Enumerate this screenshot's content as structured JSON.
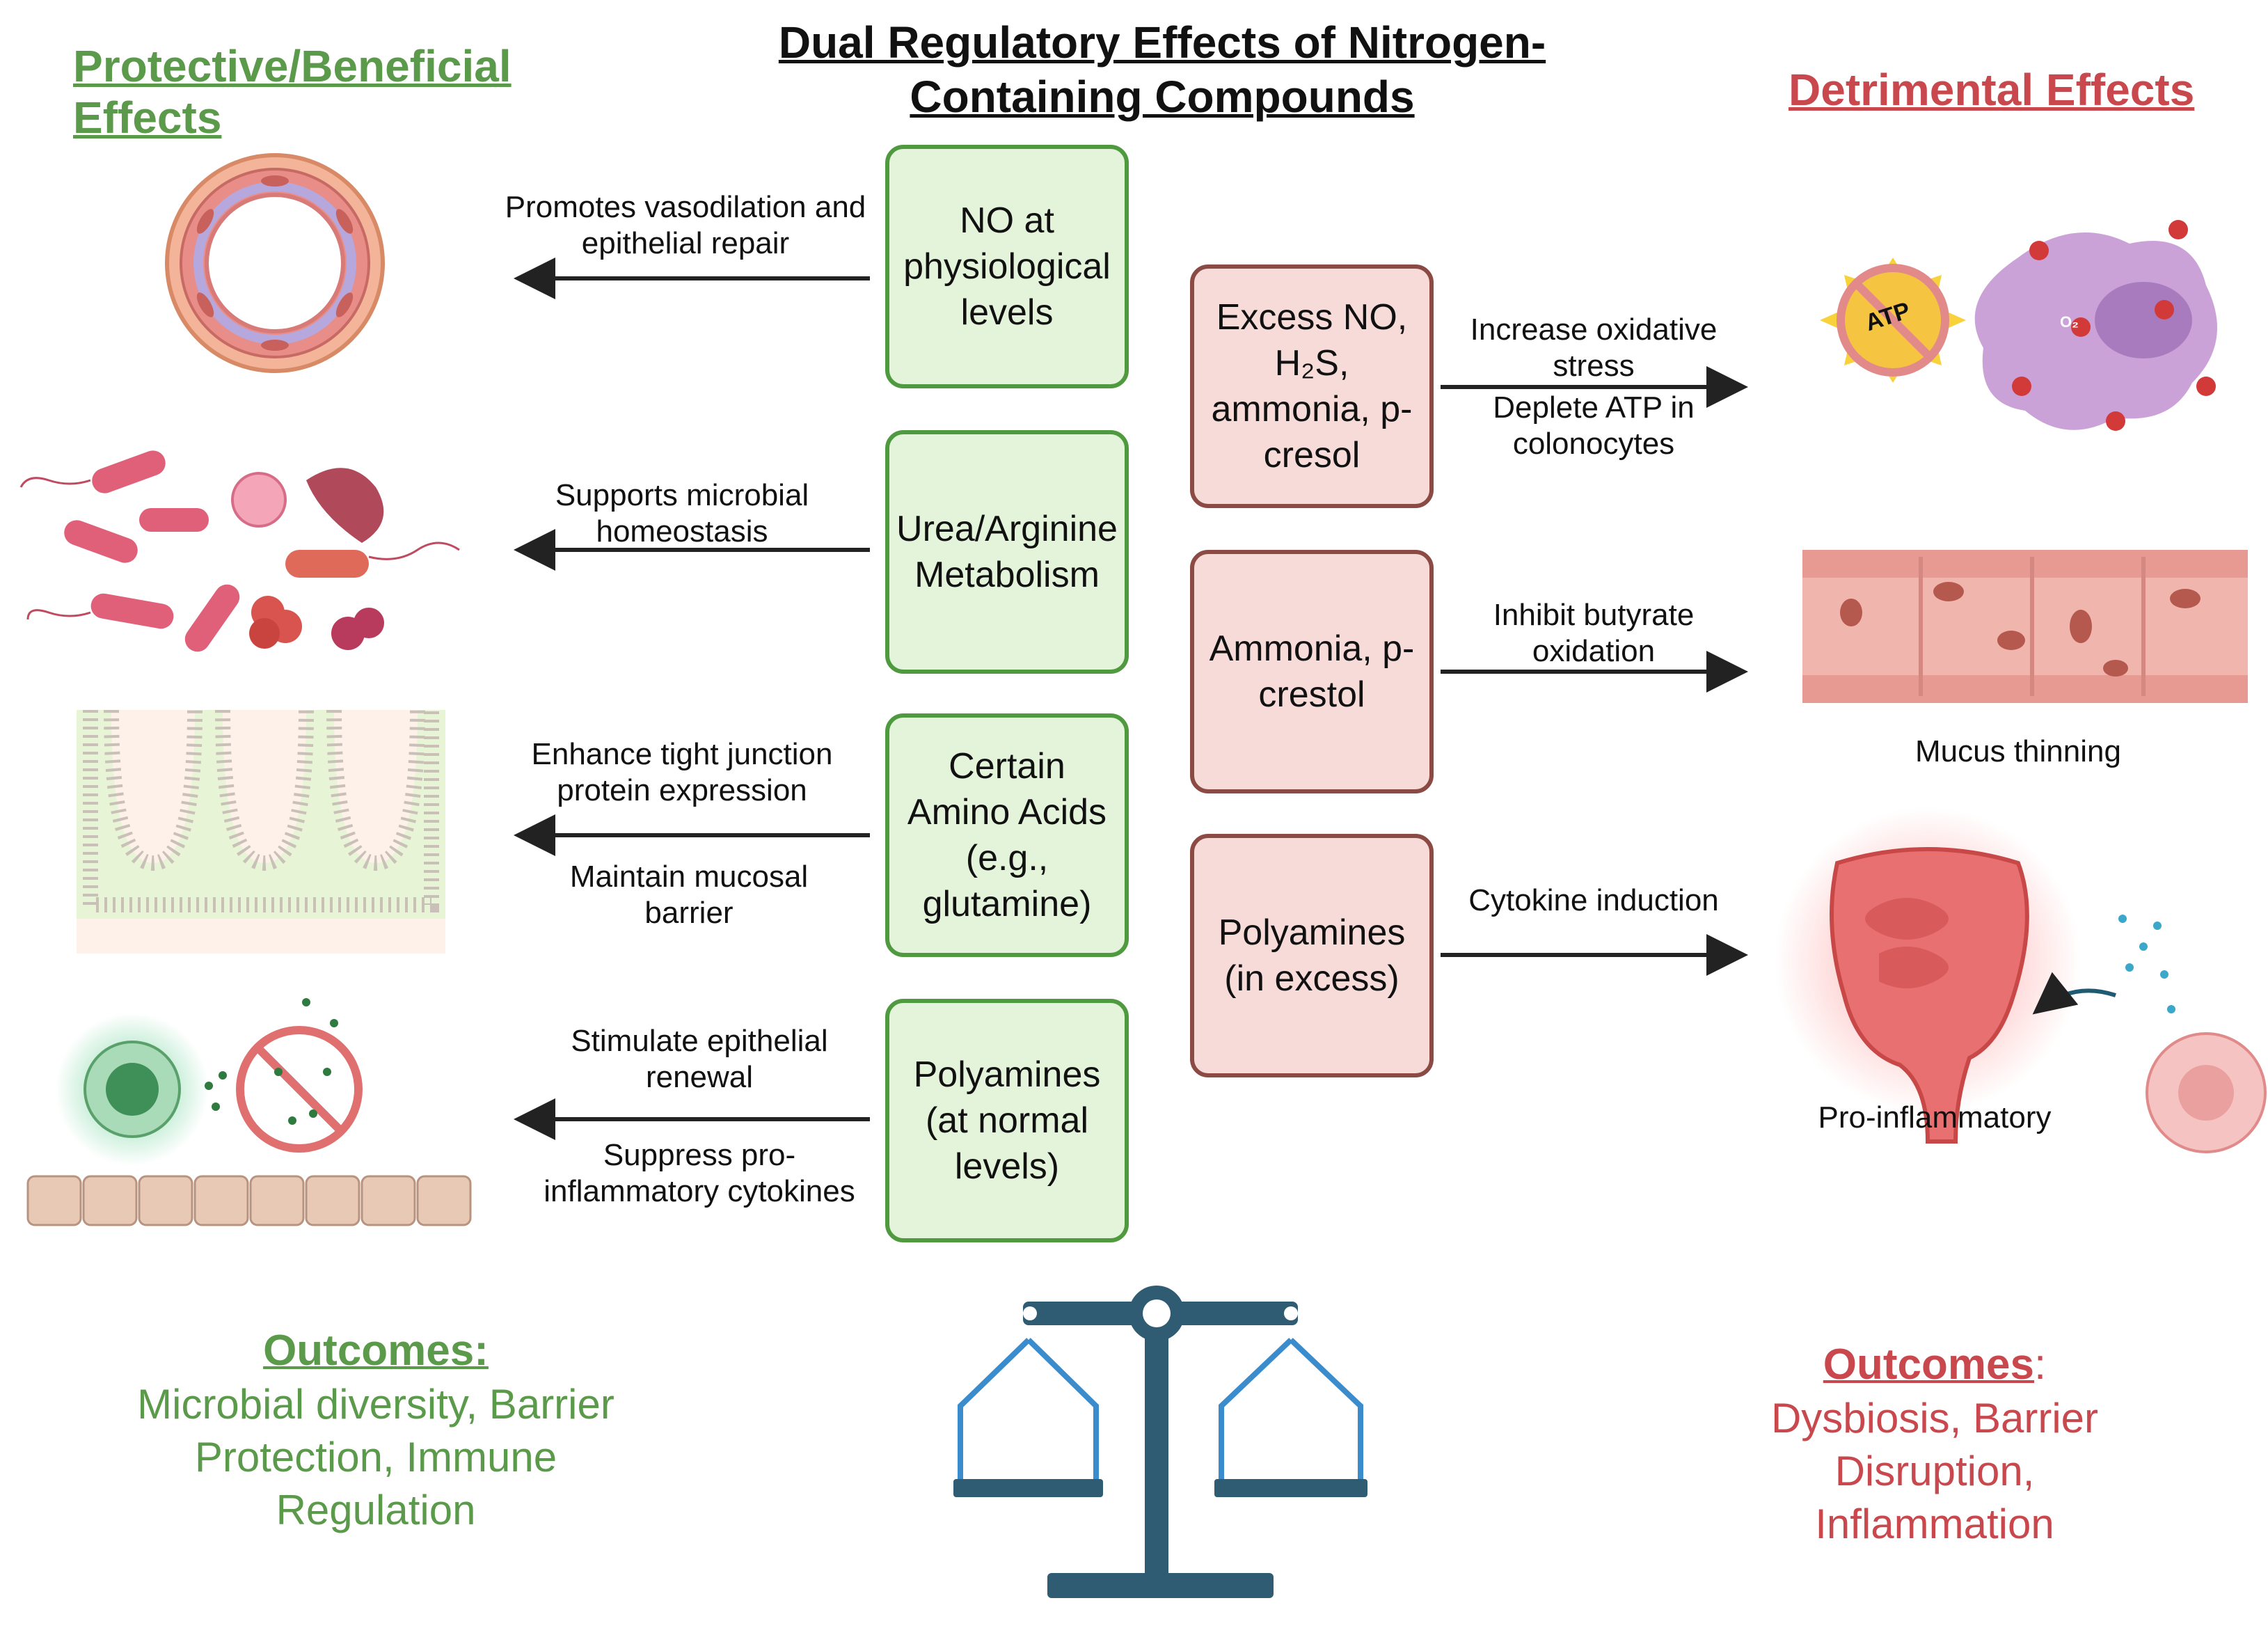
{
  "title": "Dual Regulatory Effects of Nitrogen-Containing Compounds",
  "left_heading": "Protective/Beneficial Effects",
  "right_heading": "Detrimental Effects",
  "beneficial": [
    {
      "box": "NO at physiological levels",
      "effect_top": "Promotes vasodilation and epithelial repair",
      "effect_bottom": ""
    },
    {
      "box": "Urea/Arginine Metabolism",
      "effect_top": "Supports microbial homeostasis",
      "effect_bottom": ""
    },
    {
      "box": "Certain Amino Acids (e.g., glutamine)",
      "effect_top": "Enhance tight junction protein expression",
      "effect_bottom": "Maintain mucosal barrier"
    },
    {
      "box": "Polyamines (at normal levels)",
      "effect_top": "Stimulate epithelial renewal",
      "effect_bottom": "Suppress pro-inflammatory cytokines"
    }
  ],
  "detrimental": [
    {
      "box": "Excess NO, H₂S, ammonia, p-cresol",
      "effect_top": "Increase oxidative stress",
      "effect_bottom": "Deplete ATP in colonocytes"
    },
    {
      "box": "Ammonia, p-crestol",
      "effect_top": "Inhibit butyrate oxidation",
      "effect_bottom": ""
    },
    {
      "box": "Polyamines (in excess)",
      "effect_top": "Cytokine induction",
      "effect_bottom": ""
    }
  ],
  "image_captions": {
    "mucus": "Mucus thinning",
    "inflammation": "Pro-inflammatory",
    "atp": "ATP",
    "o2": "O₂"
  },
  "outcomes_left": {
    "heading": "Outcomes:",
    "text": "Microbial diversity, Barrier Protection, Immune Regulation"
  },
  "outcomes_right": {
    "heading": "Outcomes",
    "colon": ":",
    "text": "Dysbiosis, Barrier Disruption, Inflammation"
  },
  "colors": {
    "green": "#5a9a4a",
    "red": "#c9484e",
    "green_box_fill": "#e3f4da",
    "red_box_fill": "#f6dbd9",
    "scale": "#2f5b73",
    "scale_pans": "#3a8ccc"
  }
}
